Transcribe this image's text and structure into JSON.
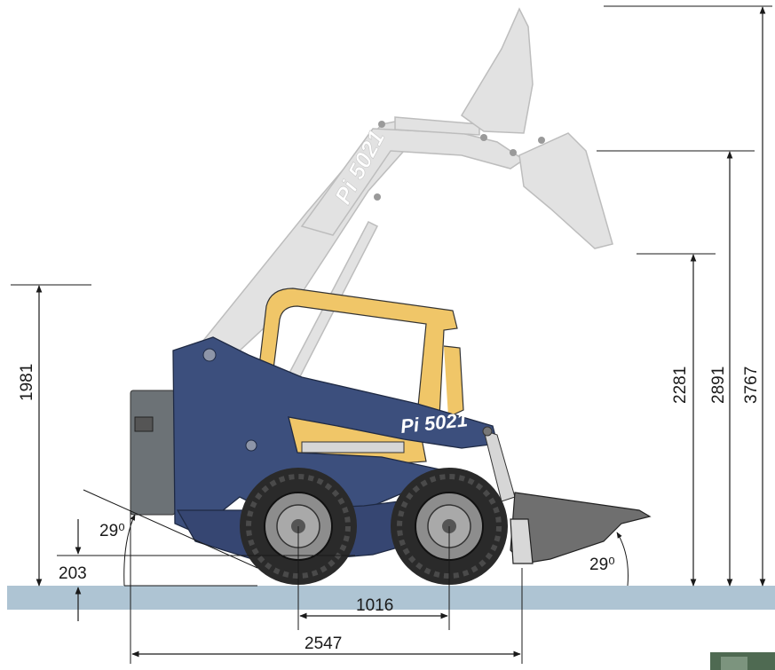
{
  "brand": {
    "model_cab": "Pi 5021",
    "model_arm": "Pi 5021"
  },
  "dimensions": {
    "total_height": "3767",
    "pin_height": "2891",
    "dump_height": "2281",
    "machine_height": "1981",
    "ground_clearance": "203",
    "wheelbase": "1016",
    "length": "2547",
    "rear_angle": "29⁰",
    "bucket_angle": "29⁰"
  },
  "colors": {
    "body": "#3c4f7d",
    "cab": "#f0c668",
    "ghost": "#e0e0e0",
    "ground": "#aec4d3",
    "tire": "#2a2a2a",
    "bucket": "#6f6f6f"
  }
}
